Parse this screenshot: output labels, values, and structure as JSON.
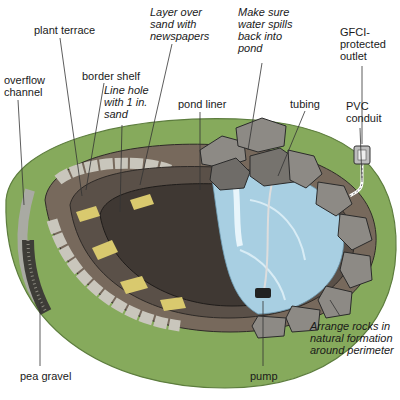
{
  "diagram": {
    "labels": [
      "Layer over sand with newspapers",
      "Make sure water spills back into pond",
      "plant terrace",
      "GFCI-protected outlet",
      "overflow channel",
      "border shelf",
      "Line hole with 1 in. sand",
      "pond liner",
      "tubing",
      "PVC conduit",
      "Arrange rocks in natural formation around perimeter",
      "pea gravel",
      "pump"
    ]
  }
}
